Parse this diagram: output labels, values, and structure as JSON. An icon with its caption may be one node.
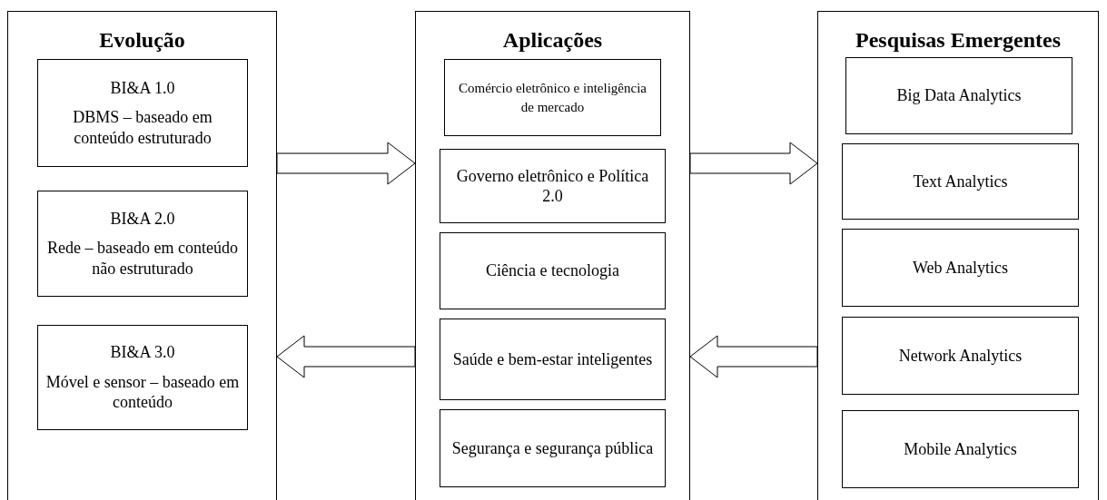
{
  "diagram": {
    "nodes": [
      {
        "text": [
          "Evolução"
        ]
      },
      {
        "text": [
          "BI&A 1.0",
          "DBMS – baseado em conteúdo estruturado"
        ],
        "in": 0
      },
      {
        "text": [
          "BI&A 2.0",
          "Rede – baseado em conteúdo não estruturado"
        ],
        "in": 0
      },
      {
        "text": [
          "BI&A 3.0",
          "Móvel e sensor – baseado em conteúdo"
        ],
        "in": 0
      },
      {
        "text": [
          "Aplicações"
        ]
      },
      {
        "text": [
          "Comércio eletrônico e inteligência de mercado"
        ],
        "in": 4
      },
      {
        "text": [
          "Governo eletrônico e Política 2.0"
        ],
        "in": 4
      },
      {
        "text": [
          "Ciência e tecnologia"
        ],
        "in": 4
      },
      {
        "text": [
          "Saúde e bem-estar inteligentes"
        ],
        "in": 4
      },
      {
        "text": [
          "Segurança e segurança pública"
        ],
        "in": 4
      },
      {
        "text": [
          "Pesquisas Emergentes"
        ]
      },
      {
        "text": [
          "Big Data Analytics"
        ],
        "in": 10
      },
      {
        "text": [
          "Text Analytics"
        ],
        "in": 10
      },
      {
        "text": [
          "Web Analytics"
        ],
        "in": 10
      },
      {
        "text": [
          "Network Analytics"
        ],
        "in": 10
      },
      {
        "text": [
          "Mobile Analytics"
        ],
        "in": 10
      }
    ],
    "edges": [
      {
        "from": 0,
        "to": 4,
        "arrow": "to"
      },
      {
        "from": 4,
        "to": 10,
        "arrow": "to"
      },
      {
        "from": 10,
        "to": 4,
        "arrow": "to"
      },
      {
        "from": 4,
        "to": 0,
        "arrow": "to"
      }
    ]
  }
}
